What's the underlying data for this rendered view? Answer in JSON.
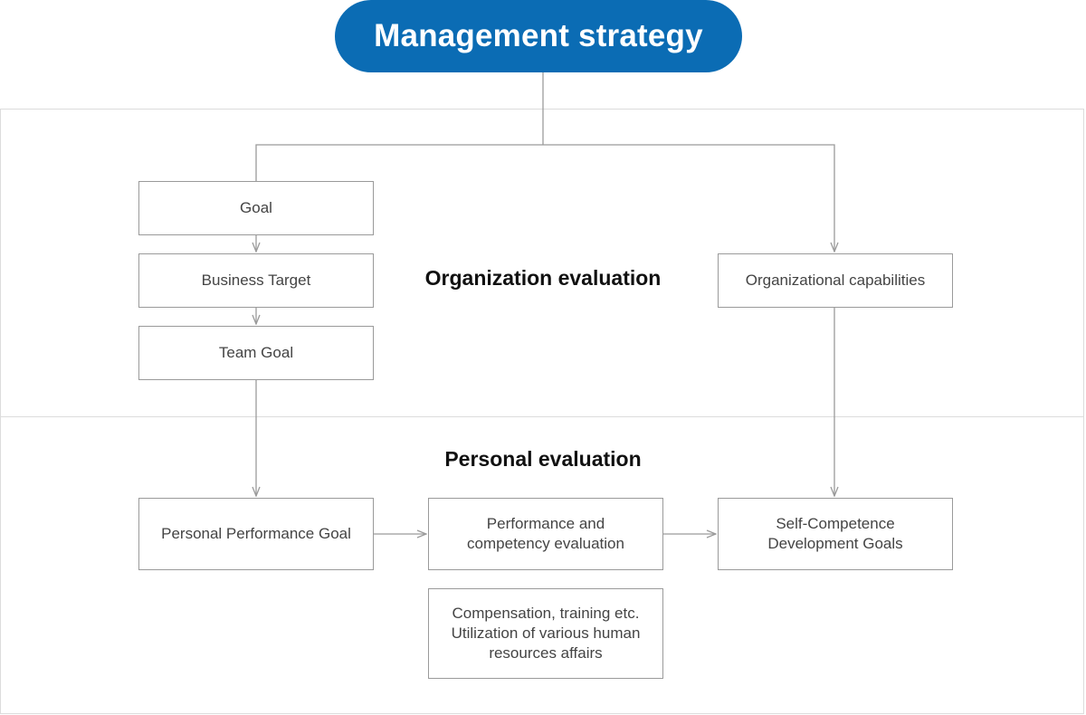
{
  "header": {
    "title": "Management strategy"
  },
  "sections": {
    "organization": "Organization evaluation",
    "personal": "Personal evaluation"
  },
  "boxes": {
    "goal": "Goal",
    "business_target": "Business Target",
    "team_goal": "Team Goal",
    "org_capabilities": "Organizational capabilities",
    "personal_goal": "Personal Performance Goal",
    "perf_eval": "Performance and\ncompetency evaluation",
    "self_competence": "Self-Competence\nDevelopment Goals",
    "compensation": "Compensation, training etc.\nUtilization of various human\nresources affairs"
  },
  "colors": {
    "accent": "#0b6cb4",
    "line": "#9a9a9a",
    "border": "#dcdcdc"
  }
}
